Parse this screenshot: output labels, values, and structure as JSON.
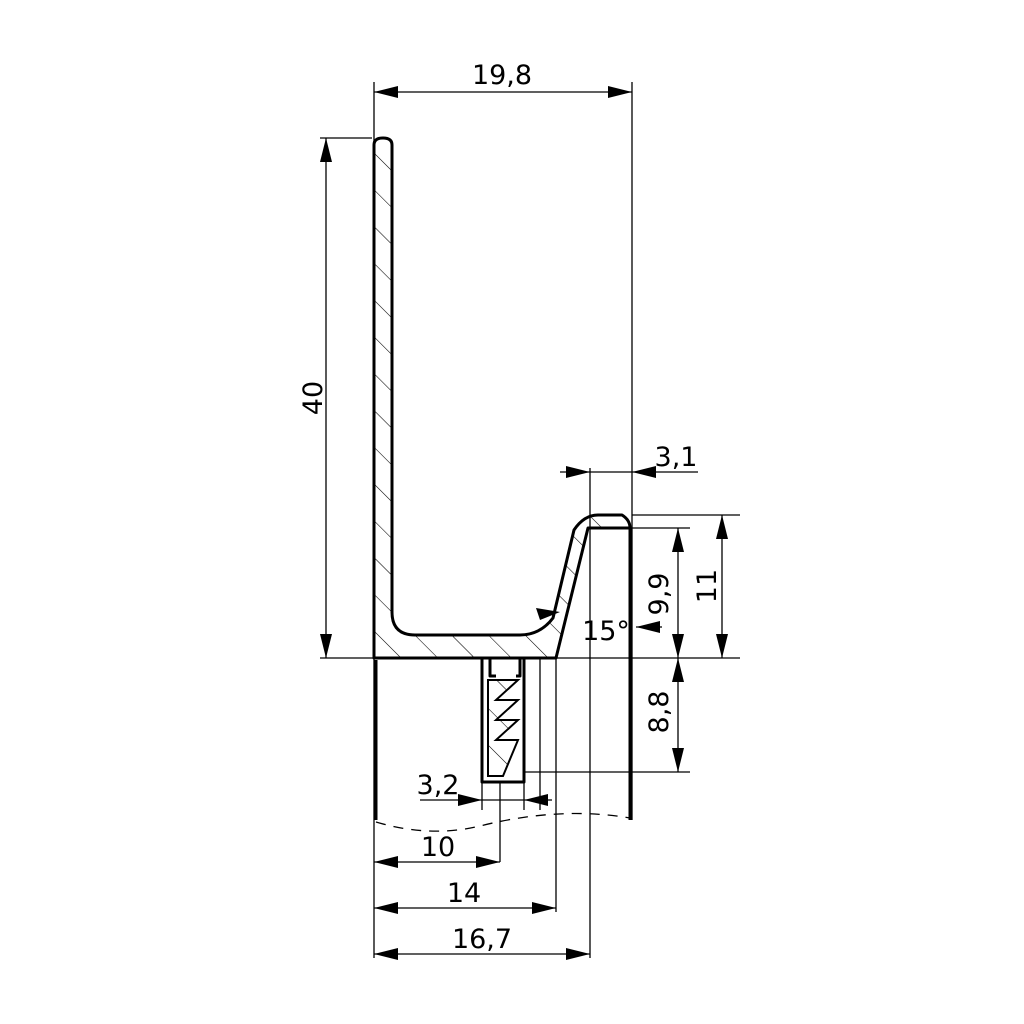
{
  "drawing": {
    "line_color": "#000000",
    "background": "#ffffff"
  },
  "dimensions": {
    "overall_width": "19,8",
    "height": "40",
    "lip_offset": "3,1",
    "lip_height": "11",
    "inner_height": "9,9",
    "angle": "15°",
    "insert_depth": "8,8",
    "slot_width": "3,2",
    "slot_position": "10",
    "foot_width": "14",
    "lip_position": "16,7"
  }
}
